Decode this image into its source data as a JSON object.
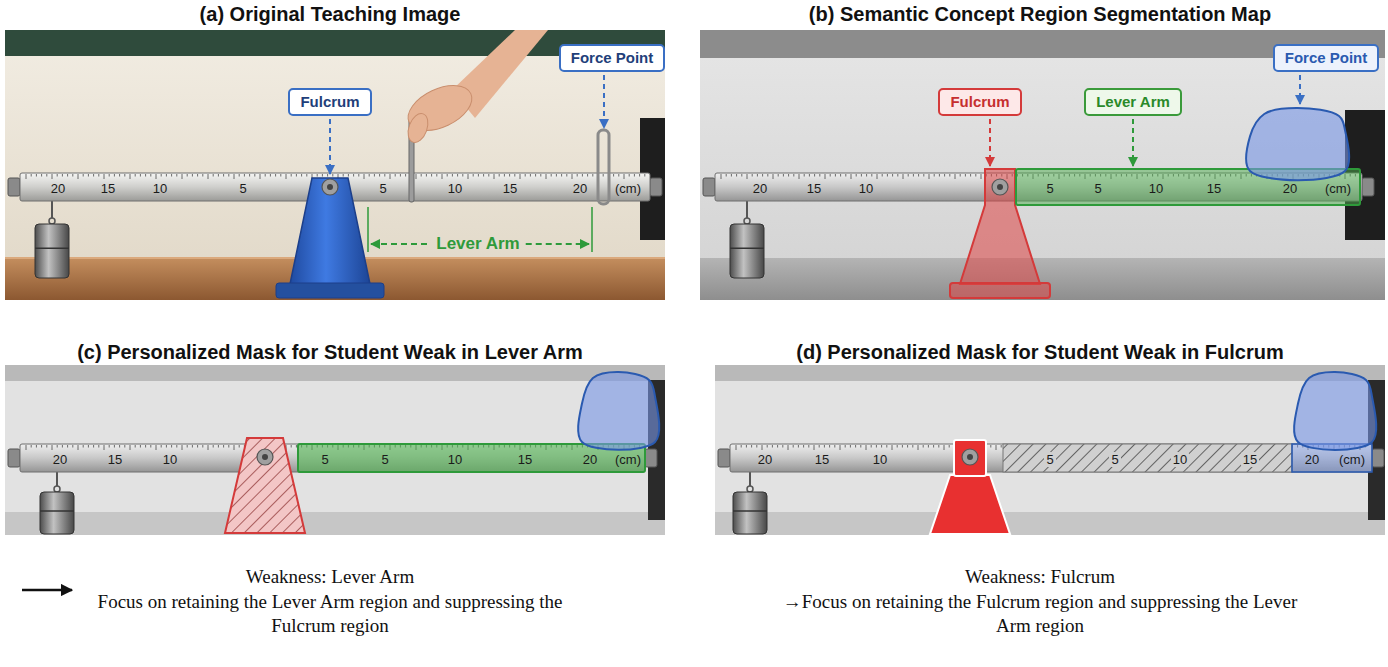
{
  "diagram": {
    "nodes": [
      {
        "text": [
          "(a) Original Teaching Image"
        ]
      },
      {
        "text": [
          "Fulcrum"
        ],
        "in": 0
      },
      {
        "text": [
          "Force Point"
        ],
        "in": 0
      },
      {
        "text": [
          "(b) Semantic Concept Region Segmentation Map"
        ]
      },
      {
        "text": [
          "Fulcrum"
        ],
        "in": 3
      },
      {
        "text": [
          "Lever Arm"
        ],
        "in": 3
      },
      {
        "text": [
          "Force Point"
        ],
        "in": 3
      },
      {
        "text": [
          "(c) Personalized Mask for Student Weak in Lever Arm",
          "Weakness: Lever Arm",
          "Focus on retaining the Lever Arm region and suppressing the Fulcrum region"
        ]
      },
      {
        "text": [
          "(d) Personalized Mask for Student Weak in Fulcrum",
          "Weakness: Fulcrum",
          "→Focus on retaining the Fulcrum region and suppressing the Lever Arm region"
        ]
      }
    ],
    "labels": [
      "Lever Arm",
      "20",
      "15",
      "10",
      "5",
      "5",
      "10",
      "15",
      "20",
      "(cm)",
      "20",
      "15",
      "10",
      "5",
      "5",
      "10",
      "15",
      "20",
      "(cm)",
      "20",
      "15",
      "10",
      "5",
      "5",
      "10",
      "15",
      "20",
      "(cm)",
      "20",
      "15",
      "10",
      "5",
      "5",
      "10",
      "15",
      "20",
      "(cm)"
    ]
  }
}
